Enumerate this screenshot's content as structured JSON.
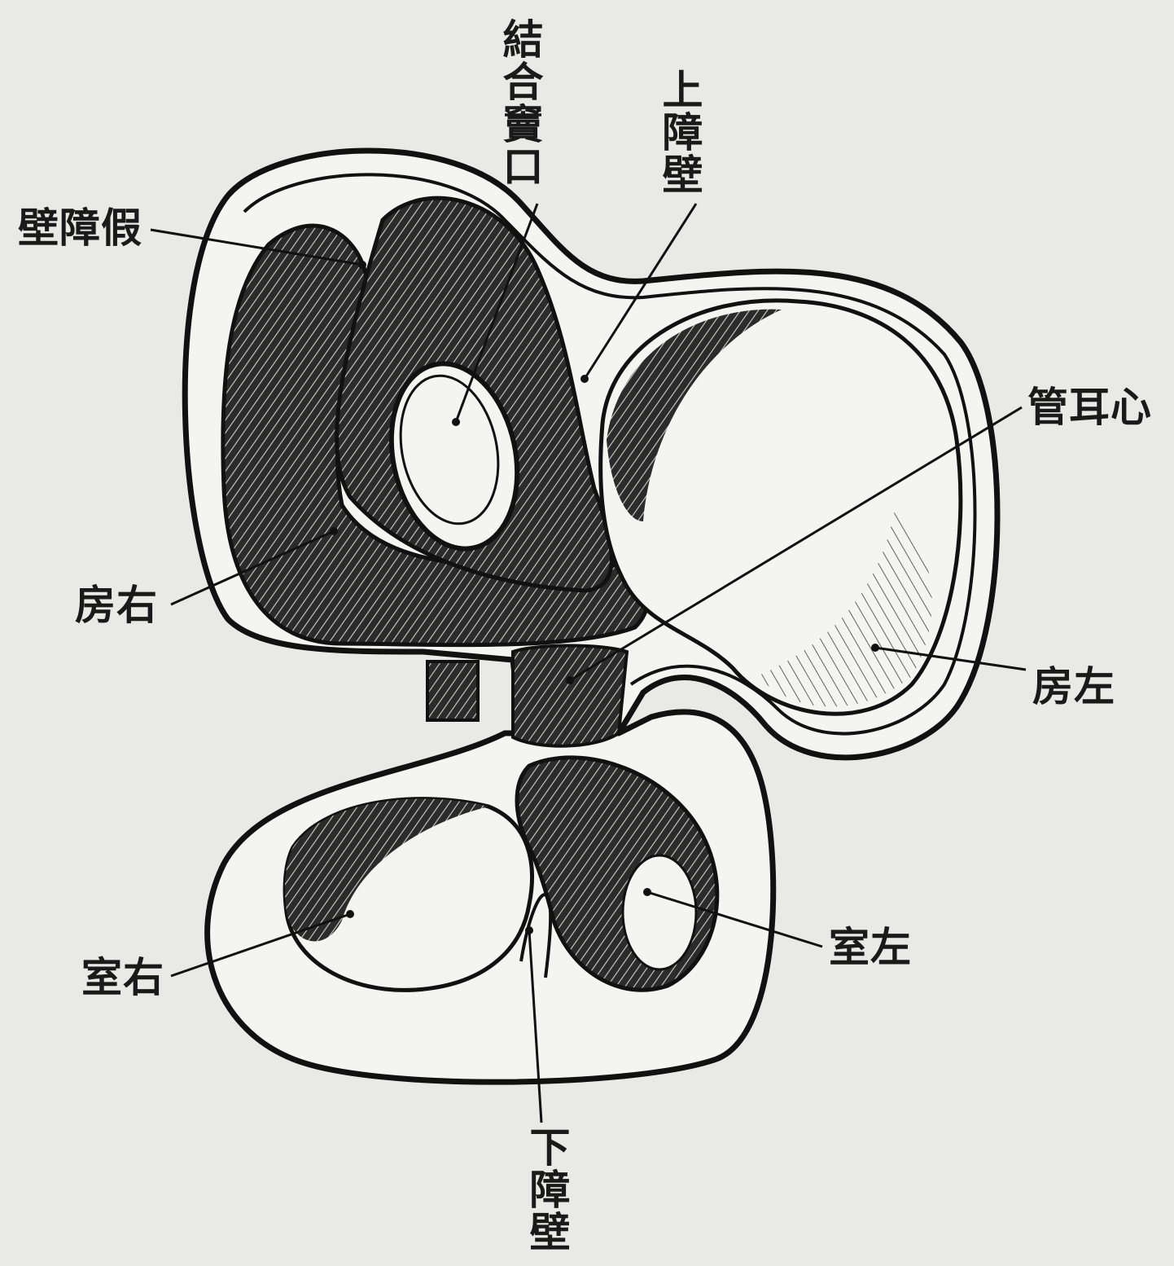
{
  "figure": {
    "labels": {
      "false_septum": "壁障假",
      "coronary_sinus_opening": "結合竇口",
      "septum_superior": "上障壁",
      "auricular_canal": "管耳心",
      "right_atrium": "房右",
      "left_atrium": "房左",
      "right_ventricle": "室右",
      "left_ventricle": "室左",
      "septum_inferior": "下障壁"
    },
    "colors": {
      "ink": "#1a1a1a",
      "paper": "#e9e9e6",
      "cavity_fill": "#f4f4f1"
    }
  }
}
